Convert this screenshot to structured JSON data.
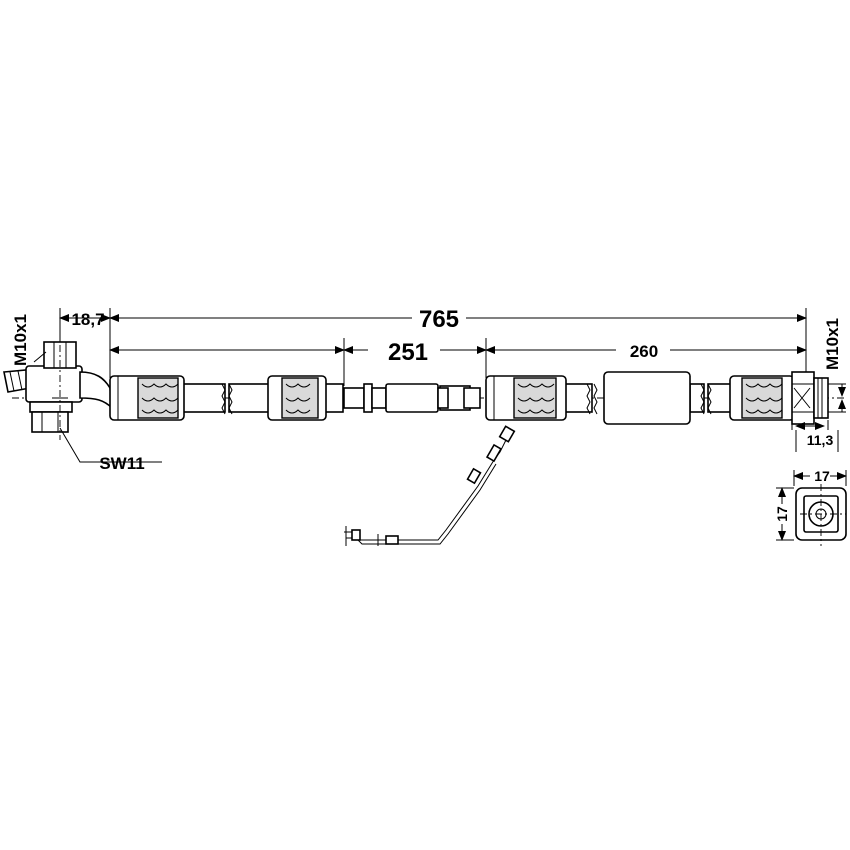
{
  "drawing": {
    "dimensions": {
      "overall_length": "765",
      "section_a": "251",
      "section_b": "260",
      "left_offset": "18,7",
      "thread_left": "M10x1",
      "thread_right": "M10x1",
      "wrench_size": "SW11",
      "right_fitting_length": "11,3",
      "end_view_width": "17",
      "end_view_height": "17"
    }
  }
}
